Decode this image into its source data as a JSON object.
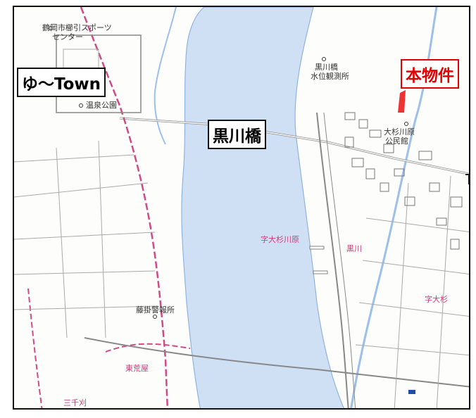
{
  "labels": {
    "sports_center_1": "鶴岡市櫛引スポーツ",
    "sports_center_2": "センター",
    "onsen_park": "温泉公園",
    "water_station_1": "黒川橋",
    "water_station_2": "水位観測所",
    "community_hall_1": "大杉川原",
    "community_hall_2": "公民館",
    "district_ohsugi_kawara": "字大杉川原",
    "district_kurokawa": "黒川",
    "district_ohsugi": "字大杉",
    "police_box": "藤掛警報所",
    "higashi_araya": "東荒屋",
    "sanzen_kari": "三千刈"
  },
  "callouts": {
    "yu_town": "ゆ～Town",
    "kurokawa_bridge": "黒川橋",
    "property": "本物件"
  },
  "colors": {
    "river": "#cfe0f5",
    "river_edge": "#8fb3e0",
    "road_pink": "#d04a86",
    "property_marker": "#ee3333",
    "callout_red": "#e00000"
  }
}
